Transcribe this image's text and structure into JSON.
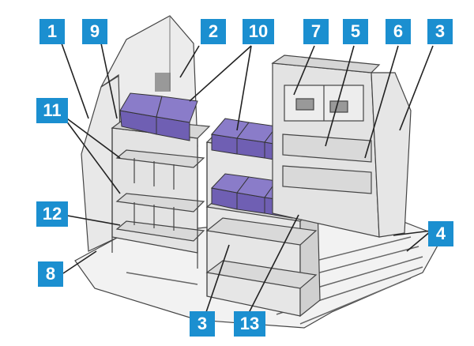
{
  "colors": {
    "callout_bg": "#1b8fd0",
    "callout_text": "#ffffff",
    "bin_fill": "#6f5fb3",
    "bin_dark": "#4b3e8a",
    "panel_fill": "#e6e6e6",
    "panel_shade": "#cfcfcf",
    "outline": "#444444"
  },
  "callouts": [
    {
      "id": "c1",
      "label": "1"
    },
    {
      "id": "c9",
      "label": "9"
    },
    {
      "id": "c2",
      "label": "2"
    },
    {
      "id": "c10",
      "label": "10"
    },
    {
      "id": "c7",
      "label": "7"
    },
    {
      "id": "c5",
      "label": "5"
    },
    {
      "id": "c6",
      "label": "6"
    },
    {
      "id": "c3a",
      "label": "3"
    },
    {
      "id": "c11",
      "label": "11"
    },
    {
      "id": "c12",
      "label": "12"
    },
    {
      "id": "c8",
      "label": "8"
    },
    {
      "id": "c4",
      "label": "4"
    },
    {
      "id": "c3b",
      "label": "3"
    },
    {
      "id": "c13",
      "label": "13"
    }
  ]
}
